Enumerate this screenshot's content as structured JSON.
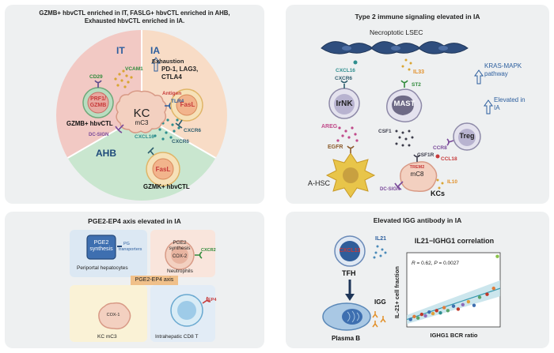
{
  "colors": {
    "panel_bg": "#eef0f1",
    "it_pink": "#f2c9c4",
    "ia_peach": "#f8dcc6",
    "ahb_green": "#c9e6cf",
    "it_title_blue": "#2c5e9e",
    "red_text": "#c73a3a",
    "teal_text": "#2e8e8e",
    "mast_purple": "#9a92b8",
    "orange_text": "#e2902a",
    "green_text": "#2f8a3a"
  },
  "panel_a": {
    "title_line1": "GZMB+ hbvCTL enriched in IT, FASLG+ hbvCTL enriched in AHB,",
    "title_line2": "Exhausted hbvCTL enriched in IA.",
    "sector_it": "IT",
    "sector_ia": "IA",
    "sector_ahb": "AHB",
    "exhaustion": "Exhaustion",
    "exhaustion_markers_line1": "PD-1, LAG3,",
    "exhaustion_markers_line2": "CTLA4",
    "cd29": "CD29",
    "vcam1": "VCAM1",
    "prf1_gzmb_line1": "PRF1/",
    "prf1_gzmb_line2": "GZMB",
    "gzmb_cell": "GZMB+ hbvCTL",
    "kc_main": "KC",
    "kc_sub": "mC3",
    "antigen": "Antigen",
    "tlr4": "TLR4",
    "fasl_ia": "FasL",
    "cxcr6_ia": "CXCR6",
    "dc_sign": "DC-SIGN",
    "cxcl16": "CXCL16",
    "cxcr6_ahb": "CXCR6",
    "fasl_ahb": "FasL",
    "gzmk_cell": "GZMK+ hbvCTL"
  },
  "panel_b": {
    "title": "Type 2 immune signaling elevated in IA",
    "lsec": "Necroptotic LSEC",
    "kras_line1": "KRAS-MAPK",
    "kras_line2": "pathway",
    "cxcl16": "CXCL16",
    "il33": "IL33",
    "cxcr6": "CXCR6",
    "st2": "ST2",
    "irnk": "IrNK",
    "mast": "MAST",
    "elevated_line1": "Elevated in",
    "elevated_line2": "IA",
    "areg": "AREG",
    "csf1": "CSF1",
    "treg": "Treg",
    "ccr8": "CCR8",
    "egfr": "EGFR",
    "csf1r": "CSF1R",
    "trem2": "TREM2",
    "mc8": "mC8",
    "ccl18": "CCL18",
    "dc_sign": "DC-SIGN",
    "kcs": "KCs",
    "il10": "IL10",
    "a_hsc": "A-HSC"
  },
  "panel_c": {
    "title": "PGE2-EP4 axis elevated in IA",
    "pge2_line1": "PGE2",
    "pge2_line2": "synthesis",
    "pg_line1": "PG",
    "pg_line2": "transporters",
    "periportal": "Periportal hepatocytes",
    "pge2b_line1": "PGE2",
    "pge2b_line2": "synthesis",
    "cox2": "COX-2",
    "cxcr2": "CXCR2",
    "neutrophils": "Neutrophils",
    "axis_label": "PGE2-EP4 axis",
    "cox1": "COX-1",
    "kc_mc3": "KC mC3",
    "ep4": "EP4",
    "cd8": "Intrahepatic CD8 T"
  },
  "panel_d": {
    "title": "Elevated IGG antibody in IA",
    "cxcl13": "CXCL13",
    "il21": "IL21",
    "tfh": "TFH",
    "igg": "IGG",
    "plasma": "Plasma B"
  },
  "chart_data": {
    "type": "scatter",
    "title": "IL21−IGHG1 correlation",
    "xlabel": "IGHG1 BCR ratio",
    "ylabel": "IL-21+ cell  fraction",
    "annotation_r": "R",
    "annotation_rval": " = 0.62, ",
    "annotation_p": "P",
    "annotation_pval": " = 0.0027",
    "xlim": [
      0,
      1
    ],
    "ylim": [
      0,
      1
    ],
    "grid": false,
    "points": [
      {
        "x": 0.04,
        "y": 0.1,
        "color": "#3e6fb0"
      },
      {
        "x": 0.08,
        "y": 0.14,
        "color": "#e07b39"
      },
      {
        "x": 0.12,
        "y": 0.12,
        "color": "#5aa469"
      },
      {
        "x": 0.16,
        "y": 0.17,
        "color": "#c0392b"
      },
      {
        "x": 0.2,
        "y": 0.15,
        "color": "#8e6bb8"
      },
      {
        "x": 0.24,
        "y": 0.2,
        "color": "#3e6fb0"
      },
      {
        "x": 0.28,
        "y": 0.18,
        "color": "#e0a23a"
      },
      {
        "x": 0.32,
        "y": 0.22,
        "color": "#c0392b"
      },
      {
        "x": 0.36,
        "y": 0.19,
        "color": "#2e8e8e"
      },
      {
        "x": 0.4,
        "y": 0.26,
        "color": "#e07b39"
      },
      {
        "x": 0.44,
        "y": 0.22,
        "color": "#5aa469"
      },
      {
        "x": 0.5,
        "y": 0.28,
        "color": "#3e6fb0"
      },
      {
        "x": 0.55,
        "y": 0.24,
        "color": "#c0392b"
      },
      {
        "x": 0.6,
        "y": 0.3,
        "color": "#8e6bb8"
      },
      {
        "x": 0.66,
        "y": 0.34,
        "color": "#e0a23a"
      },
      {
        "x": 0.72,
        "y": 0.29,
        "color": "#3e6fb0"
      },
      {
        "x": 0.78,
        "y": 0.4,
        "color": "#5aa469"
      },
      {
        "x": 0.86,
        "y": 0.44,
        "color": "#c0392b"
      },
      {
        "x": 0.93,
        "y": 0.52,
        "color": "#e07b39"
      },
      {
        "x": 0.97,
        "y": 0.95,
        "color": "#8bc34a"
      }
    ],
    "fit": {
      "x0": 0.0,
      "y0": 0.1,
      "x1": 1.0,
      "y1": 0.52
    }
  }
}
